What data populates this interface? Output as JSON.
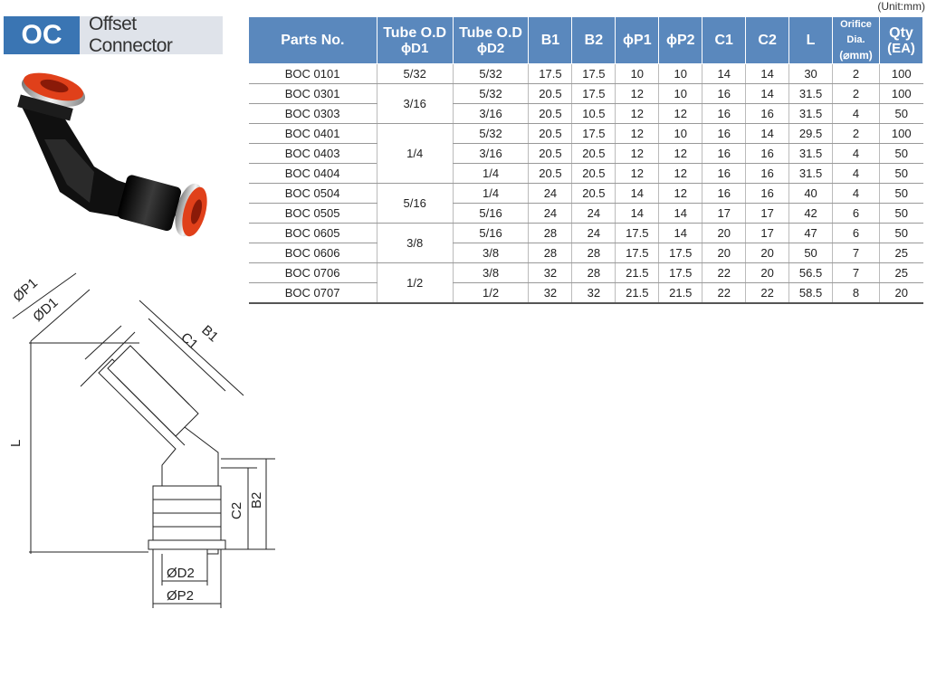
{
  "header": {
    "code": "OC",
    "title": "Offset Connector"
  },
  "unit_note": "(Unit:mm)",
  "table": {
    "headers": [
      {
        "l1": "Parts No.",
        "l2": ""
      },
      {
        "l1": "Tube O.D",
        "l2": "ϕD1"
      },
      {
        "l1": "Tube O.D",
        "l2": "ϕD2"
      },
      {
        "l1": "B1",
        "l2": ""
      },
      {
        "l1": "B2",
        "l2": ""
      },
      {
        "l1": "ϕP1",
        "l2": ""
      },
      {
        "l1": "ϕP2",
        "l2": ""
      },
      {
        "l1": "C1",
        "l2": ""
      },
      {
        "l1": "C2",
        "l2": ""
      },
      {
        "l1": "L",
        "l2": ""
      },
      {
        "l1": "Orifice Dia.",
        "l2": "(⌀mm)"
      },
      {
        "l1": "Qty",
        "l2": "(EA)"
      }
    ],
    "rows": [
      [
        "BOC 0101",
        "5/32",
        "5/32",
        "17.5",
        "17.5",
        "10",
        "10",
        "14",
        "14",
        "30",
        "2",
        "100"
      ],
      [
        "BOC 0301",
        "3/16",
        "5/32",
        "20.5",
        "17.5",
        "12",
        "10",
        "16",
        "14",
        "31.5",
        "2",
        "100"
      ],
      [
        "BOC 0303",
        "",
        "3/16",
        "20.5",
        "10.5",
        "12",
        "12",
        "16",
        "16",
        "31.5",
        "4",
        "50"
      ],
      [
        "BOC 0401",
        "1/4",
        "5/32",
        "20.5",
        "17.5",
        "12",
        "10",
        "16",
        "14",
        "29.5",
        "2",
        "100"
      ],
      [
        "BOC 0403",
        "",
        "3/16",
        "20.5",
        "20.5",
        "12",
        "12",
        "16",
        "16",
        "31.5",
        "4",
        "50"
      ],
      [
        "BOC 0404",
        "",
        "1/4",
        "20.5",
        "20.5",
        "12",
        "12",
        "16",
        "16",
        "31.5",
        "4",
        "50"
      ],
      [
        "BOC 0504",
        "5/16",
        "1/4",
        "24",
        "20.5",
        "14",
        "12",
        "16",
        "16",
        "40",
        "4",
        "50"
      ],
      [
        "BOC 0505",
        "",
        "5/16",
        "24",
        "24",
        "14",
        "14",
        "17",
        "17",
        "42",
        "6",
        "50"
      ],
      [
        "BOC 0605",
        "3/8",
        "5/16",
        "28",
        "24",
        "17.5",
        "14",
        "20",
        "17",
        "47",
        "6",
        "50"
      ],
      [
        "BOC 0606",
        "",
        "3/8",
        "28",
        "28",
        "17.5",
        "17.5",
        "20",
        "20",
        "50",
        "7",
        "25"
      ],
      [
        "BOC 0706",
        "1/2",
        "3/8",
        "32",
        "28",
        "21.5",
        "17.5",
        "22",
        "20",
        "56.5",
        "7",
        "25"
      ],
      [
        "BOC 0707",
        "",
        "1/2",
        "32",
        "32",
        "21.5",
        "21.5",
        "22",
        "22",
        "58.5",
        "8",
        "20"
      ]
    ],
    "d1_spans": [
      1,
      2,
      0,
      3,
      0,
      0,
      2,
      0,
      2,
      0,
      2,
      0
    ]
  },
  "drawing_labels": {
    "p1": "ØP1",
    "d1": "ØD1",
    "c1": "C1",
    "b1": "B1",
    "l": "L",
    "c2": "C2",
    "b2": "B2",
    "d2": "ØD2",
    "p2": "ØP2"
  },
  "colors": {
    "accent": "#3a75b3",
    "table_header": "#5a88bd",
    "fitting_body": "#151515",
    "fitting_collet": "#e0401a"
  }
}
